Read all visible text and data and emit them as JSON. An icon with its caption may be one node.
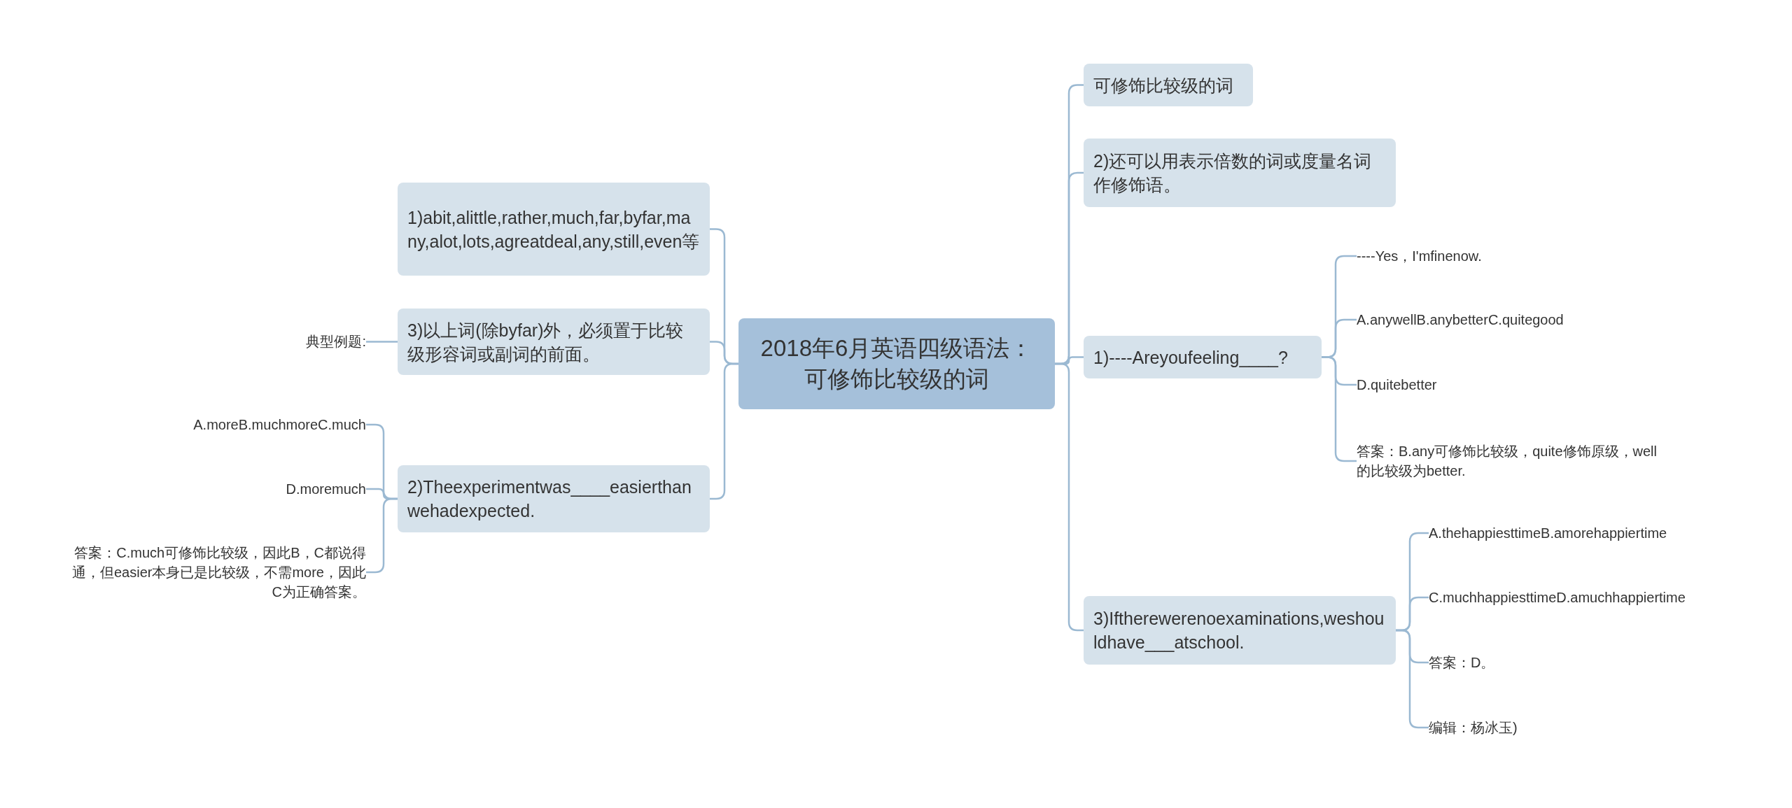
{
  "diagram": {
    "nodes": [
      {
        "text": [
          "2018年6月英语四级语法：可修饰比较级的词"
        ]
      },
      {
        "text": [
          "1)abit,alittle,rather,much,far,byfar,many,alot,lots,agreatdeal,any,still,even等"
        ]
      },
      {
        "text": [
          "3)以上词(除byfar)外，必须置于比较级形容词或副词的前面。"
        ]
      },
      {
        "text": [
          "典型例题:"
        ]
      },
      {
        "text": [
          "2)Theexperimentwas____easierthanwehadexpected."
        ]
      },
      {
        "text": [
          "A.moreB.muchmoreC.much"
        ]
      },
      {
        "text": [
          "D.moremuch"
        ]
      },
      {
        "text": [
          "答案：C.much可修饰比较级，因此B，C都说得通，但easier本身已是比较级，不需more，因此C为正确答案。"
        ]
      },
      {
        "text": [
          "可修饰比较级的词"
        ]
      },
      {
        "text": [
          "2)还可以用表示倍数的词或度量名词作修饰语。"
        ]
      },
      {
        "text": [
          "1)----Areyoufeeling____?"
        ]
      },
      {
        "text": [
          "----Yes，I'mfinenow."
        ]
      },
      {
        "text": [
          "A.anywellB.anybetterC.quitegood"
        ]
      },
      {
        "text": [
          "D.quitebetter"
        ]
      },
      {
        "text": [
          "答案：B.any可修饰比较级，quite修饰原级，well的比较级为better."
        ]
      },
      {
        "text": [
          "3)Iftherewerenoexaminations,weshouldhave___atschool."
        ]
      },
      {
        "text": [
          "A.thehappiesttimeB.amorehappiertime"
        ]
      },
      {
        "text": [
          "C.muchhappiesttimeD.amuchhappiertime"
        ]
      },
      {
        "text": [
          "答案：D。"
        ]
      },
      {
        "text": [
          "编辑：杨冰玉)"
        ]
      }
    ],
    "edges": [
      {
        "from": 0,
        "to": 1,
        "arrow": "none"
      },
      {
        "from": 0,
        "to": 2,
        "arrow": "none"
      },
      {
        "from": 2,
        "to": 3,
        "arrow": "none"
      },
      {
        "from": 0,
        "to": 4,
        "arrow": "none"
      },
      {
        "from": 4,
        "to": 5,
        "arrow": "none"
      },
      {
        "from": 4,
        "to": 6,
        "arrow": "none"
      },
      {
        "from": 4,
        "to": 7,
        "arrow": "none"
      },
      {
        "from": 0,
        "to": 8,
        "arrow": "none"
      },
      {
        "from": 0,
        "to": 9,
        "arrow": "none"
      },
      {
        "from": 0,
        "to": 10,
        "arrow": "none"
      },
      {
        "from": 10,
        "to": 11,
        "arrow": "none"
      },
      {
        "from": 10,
        "to": 12,
        "arrow": "none"
      },
      {
        "from": 10,
        "to": 13,
        "arrow": "none"
      },
      {
        "from": 10,
        "to": 14,
        "arrow": "none"
      },
      {
        "from": 0,
        "to": 15,
        "arrow": "none"
      },
      {
        "from": 15,
        "to": 16,
        "arrow": "none"
      },
      {
        "from": 15,
        "to": 17,
        "arrow": "none"
      },
      {
        "from": 15,
        "to": 18,
        "arrow": "none"
      },
      {
        "from": 15,
        "to": 19,
        "arrow": "none"
      }
    ]
  }
}
